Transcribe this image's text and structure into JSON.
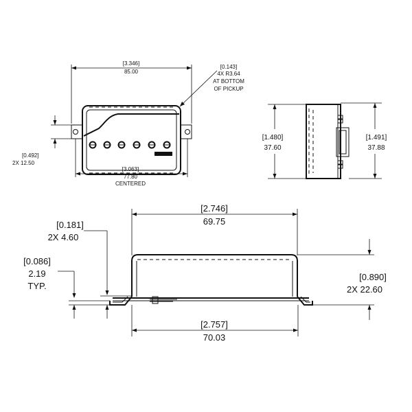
{
  "top_view": {
    "width_in": "[3.346]",
    "width_mm": "85.00",
    "corner_in": "[0.143]",
    "corner_line1": "4X R3.64",
    "corner_line2": "AT BOTTOM",
    "corner_line3": "OF PICKUP",
    "ear_in": "[0.492]",
    "ear_mm": "2X  12.50",
    "spacing_in": "[3.063]",
    "spacing_mm": "77.80",
    "spacing_note": "CENTERED"
  },
  "side_view": {
    "height_left_in": "[1.480]",
    "height_left_mm": "37.60",
    "height_right_in": "[1.491]",
    "height_right_mm": "37.88"
  },
  "front_view": {
    "top_width_in": "[2.746]",
    "top_width_mm": "69.75",
    "base_width_in": "[2.757]",
    "base_width_mm": "70.03",
    "tab_in": "[0.181]",
    "tab_mm": "2X  4.60",
    "thick_in": "[0.086]",
    "thick_mm": "2.19",
    "thick_note": "TYP.",
    "height_in": "[0.890]",
    "height_mm": "2X  22.60"
  }
}
